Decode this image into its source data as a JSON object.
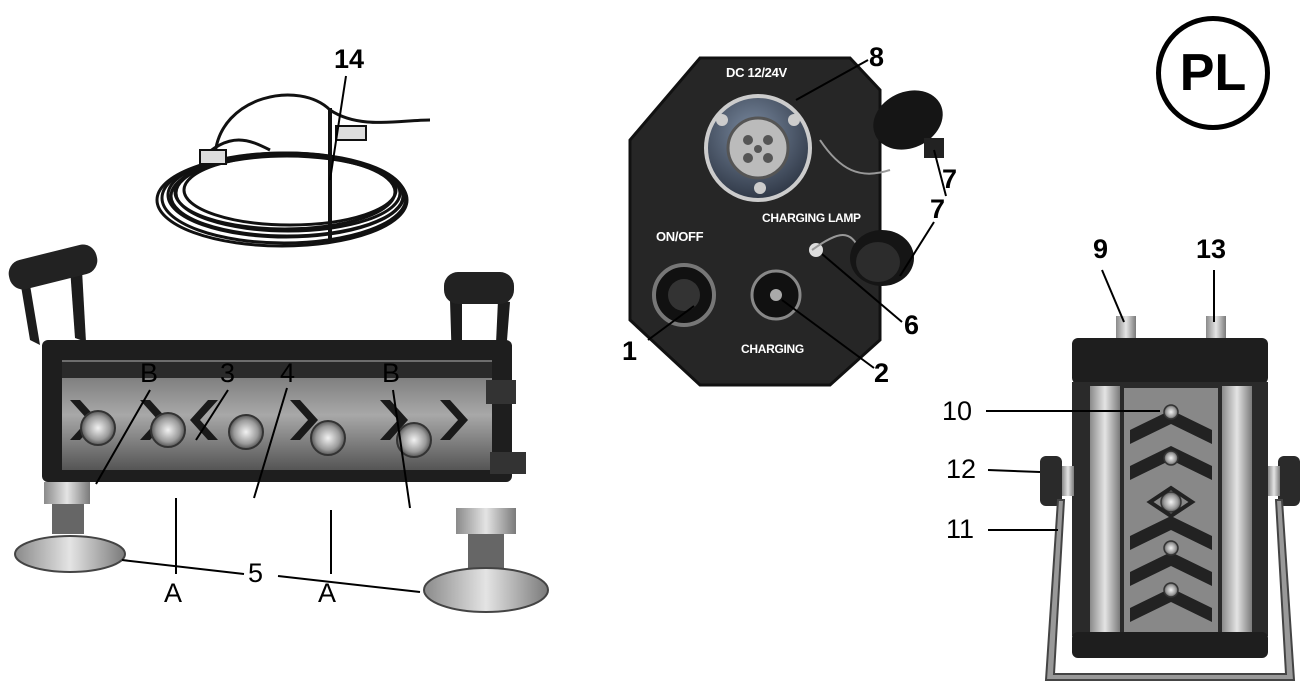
{
  "badge": {
    "text": "PL"
  },
  "panel_labels": {
    "dc": "DC 12/24V",
    "onoff": "ON/OFF",
    "charging_lamp": "CHARGING LAMP",
    "charging": "CHARGING"
  },
  "callouts": {
    "n1": "1",
    "n2": "2",
    "n3": "3",
    "n4": "4",
    "n5": "5",
    "n6": "6",
    "n7": "7",
    "n8": "8",
    "n9": "9",
    "n10": "10",
    "n11": "11",
    "n12": "12",
    "n13": "13",
    "n14": "14",
    "a1": "A",
    "a2": "A",
    "b1": "B",
    "b2": "B"
  },
  "colors": {
    "ink": "#000000",
    "panel": "#2b2b2b",
    "metal": "#b8b8b8",
    "body": "#1e1e1e",
    "lens": "#8a8a8a"
  }
}
